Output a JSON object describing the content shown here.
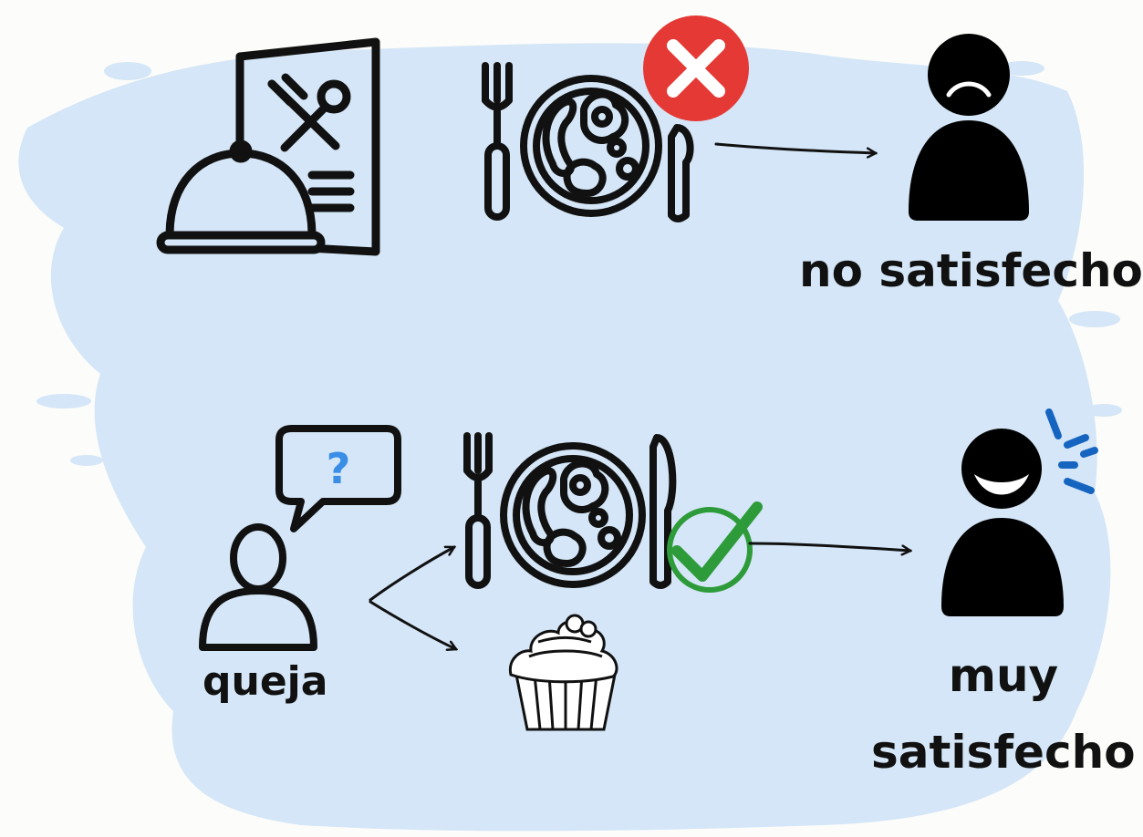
{
  "top_row": {
    "outcome_label": "no satisfecho",
    "status": "rejected"
  },
  "bottom_row": {
    "person_label": "queja",
    "bubble_symbol": "?",
    "outcome_label_line1": "muy",
    "outcome_label_line2": "satisfecho",
    "status": "approved"
  },
  "icons": [
    "menu-cloche-icon",
    "plate-setting-icon",
    "red-x-icon",
    "sad-person-icon",
    "complaining-person-icon",
    "speech-bubble-icon",
    "cupcake-icon",
    "green-check-icon",
    "happy-person-icon"
  ],
  "colors": {
    "background_splash": "#d4e6f7",
    "reject": "#e53935",
    "approve": "#2e9b3a",
    "question": "#3a8ee6",
    "sparkle": "#1565c0",
    "ink": "#111111"
  }
}
